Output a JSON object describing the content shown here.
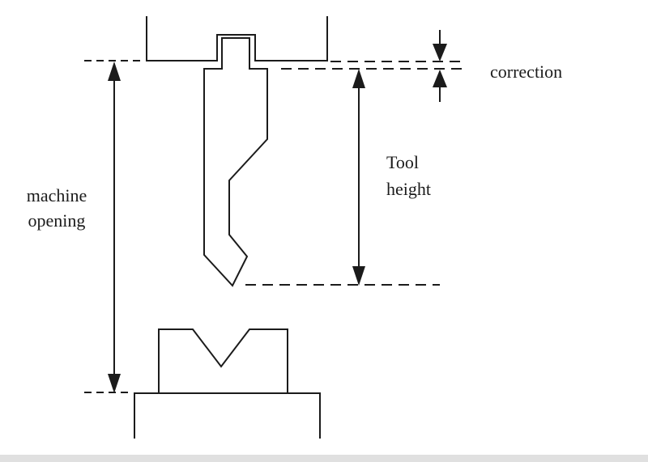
{
  "colors": {
    "ink": "#1b1b1b",
    "background": "#ffffff",
    "footer_bar": "#e0e0e0"
  },
  "labels": {
    "machine_opening": "machine opening",
    "tool_height": "Tool height",
    "correction": "correction"
  }
}
